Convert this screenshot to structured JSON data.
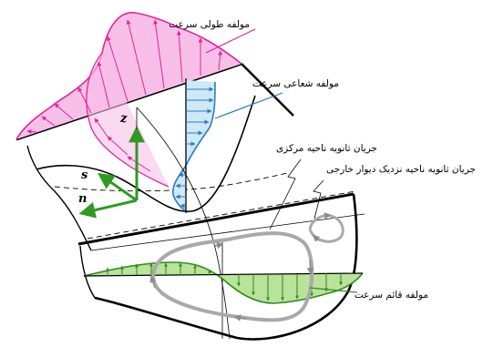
{
  "labels": {
    "longitudinal_velocity": "مولفه طولی سرعت",
    "radial_velocity": "مولفه شعاعی سرعت",
    "central_secondary_flow": "جریان ثانویه ناحیه مرکزی",
    "outer_wall_secondary_flow": "جریان ثانویه ناحیه نزدیک دیوار خارجی",
    "vertical_velocity": "مولفه قائم سرعت"
  },
  "axes": {
    "z": "z",
    "s": "s",
    "n": "n"
  },
  "colors": {
    "longitudinal_fill": "#f7bfe8",
    "longitudinal_stroke": "#e0259b",
    "radial_fill": "#cde8f7",
    "radial_stroke": "#2e7bc2",
    "vertical_fill": "#b9e29a",
    "vertical_stroke": "#2f8a1a",
    "axis_arrows": "#2f9a23",
    "secondary_flow": "#a9a9a9"
  }
}
